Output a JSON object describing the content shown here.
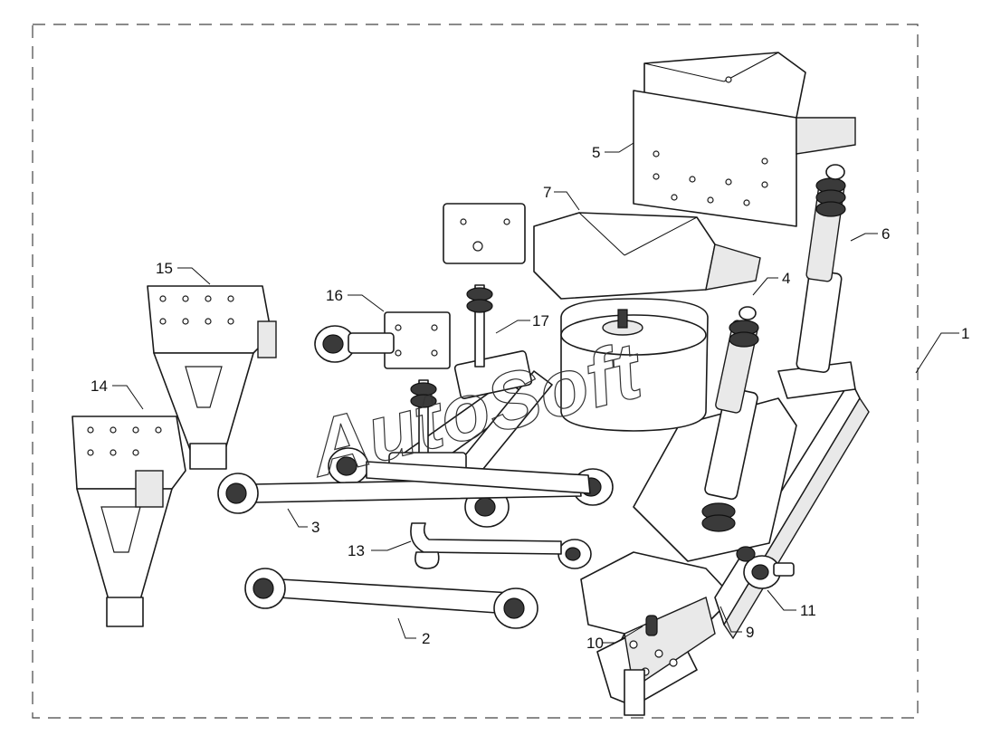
{
  "diagram": {
    "watermark": "AutoSoft",
    "callouts": [
      {
        "label": "1"
      },
      {
        "label": "2"
      },
      {
        "label": "3"
      },
      {
        "label": "4"
      },
      {
        "label": "5"
      },
      {
        "label": "6"
      },
      {
        "label": "7"
      },
      {
        "label": "9"
      },
      {
        "label": "10"
      },
      {
        "label": "11"
      },
      {
        "label": "13"
      },
      {
        "label": "14"
      },
      {
        "label": "15"
      },
      {
        "label": "16"
      },
      {
        "label": "17"
      }
    ]
  }
}
